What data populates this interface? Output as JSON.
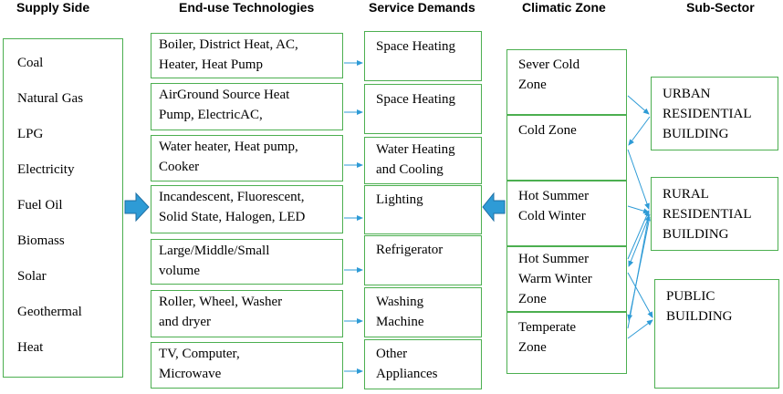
{
  "headers": {
    "supply": "Supply Side",
    "tech": "End-use Technologies",
    "service": "Service Demands",
    "climate": "Climatic Zone",
    "sub": "Sub-Sector"
  },
  "supply": [
    "Coal",
    "Natural Gas",
    "LPG",
    "Electricity",
    "Fuel Oil",
    "Biomass",
    "Solar",
    "Geothermal",
    "Heat"
  ],
  "tech": [
    [
      "Boiler, District Heat, AC,",
      "Heater, Heat Pump"
    ],
    [
      "AirGround Source Heat",
      "Pump, ElectricAC,"
    ],
    [
      "Water heater, Heat pump,",
      "Cooker"
    ],
    [
      "Incandescent, Fluorescent,",
      "Solid State, Halogen, LED"
    ],
    [
      "Large/Middle/Small",
      "volume"
    ],
    [
      "Roller, Wheel, Washer",
      "and dryer"
    ],
    [
      "TV, Computer,",
      "Microwave"
    ]
  ],
  "service": [
    [
      "Space Heating"
    ],
    [
      "Space Heating"
    ],
    [
      "Water Heating",
      "and Cooling"
    ],
    [
      "Lighting"
    ],
    [
      "Refrigerator"
    ],
    [
      "Washing",
      "Machine"
    ],
    [
      "Other",
      "Appliances"
    ]
  ],
  "climate": [
    [
      "Sever Cold",
      "Zone"
    ],
    [
      "Cold Zone"
    ],
    [
      "Hot Summer",
      "Cold Winter"
    ],
    [
      "Hot Summer",
      "Warm Winter",
      "Zone"
    ],
    [
      "Temperate",
      "Zone"
    ]
  ],
  "sub": [
    [
      "URBAN",
      "RESIDENTIAL",
      "BUILDING"
    ],
    [
      "RURAL",
      "RESIDENTIAL",
      "BUILDING"
    ],
    [
      "PUBLIC",
      "BUILDING"
    ]
  ],
  "colors": {
    "border": "#4caf50",
    "arrow": "#2e9bd6",
    "big_arrow_fill": "#2e9bd6",
    "big_arrow_stroke": "#1f6fa3"
  }
}
